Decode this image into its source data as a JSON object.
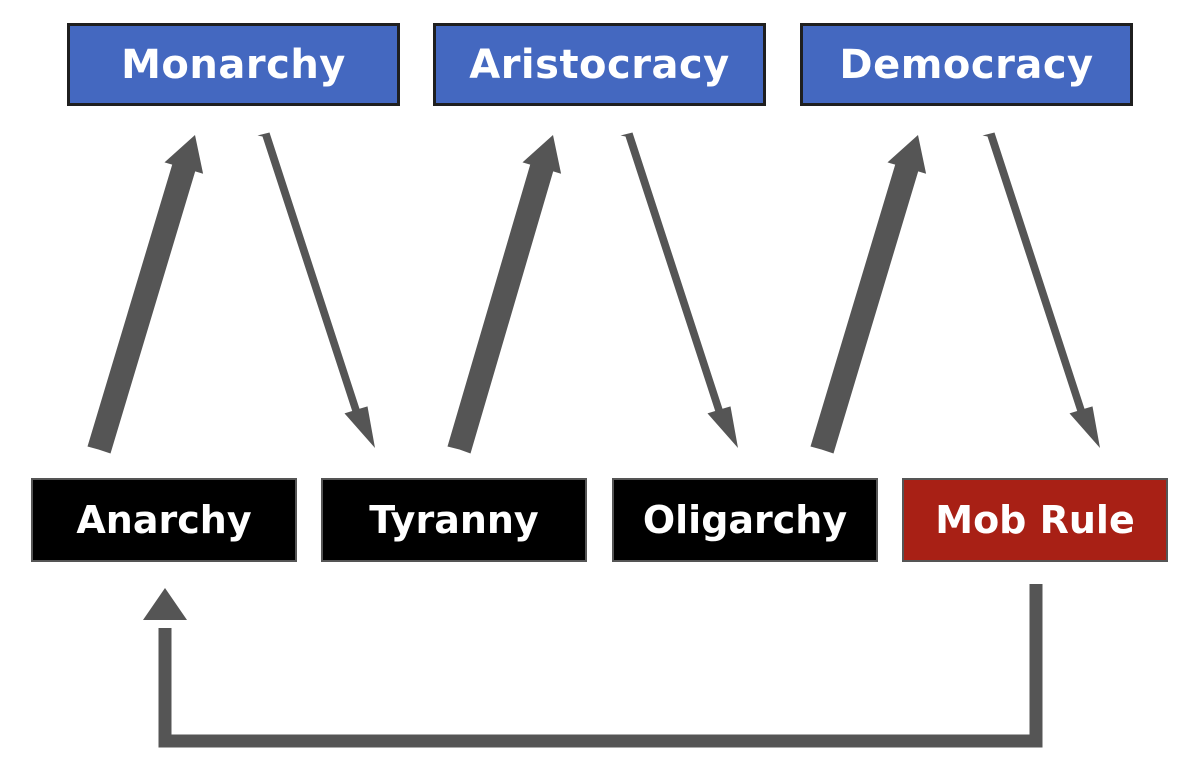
{
  "colors": {
    "good_form": "#4468c0",
    "degenerate_form": "#000000",
    "final_form": "#a82015",
    "arrow": "#555555"
  },
  "good_forms": [
    {
      "label": "Monarchy"
    },
    {
      "label": "Aristocracy"
    },
    {
      "label": "Democracy"
    }
  ],
  "degenerate_forms": [
    {
      "label": "Anarchy"
    },
    {
      "label": "Tyranny"
    },
    {
      "label": "Oligarchy"
    },
    {
      "label": "Mob Rule"
    }
  ],
  "transitions": [
    {
      "from": "Anarchy",
      "to": "Monarchy"
    },
    {
      "from": "Monarchy",
      "to": "Tyranny"
    },
    {
      "from": "Tyranny",
      "to": "Aristocracy"
    },
    {
      "from": "Aristocracy",
      "to": "Oligarchy"
    },
    {
      "from": "Oligarchy",
      "to": "Democracy"
    },
    {
      "from": "Democracy",
      "to": "Mob Rule"
    },
    {
      "from": "Mob Rule",
      "to": "Anarchy"
    }
  ]
}
